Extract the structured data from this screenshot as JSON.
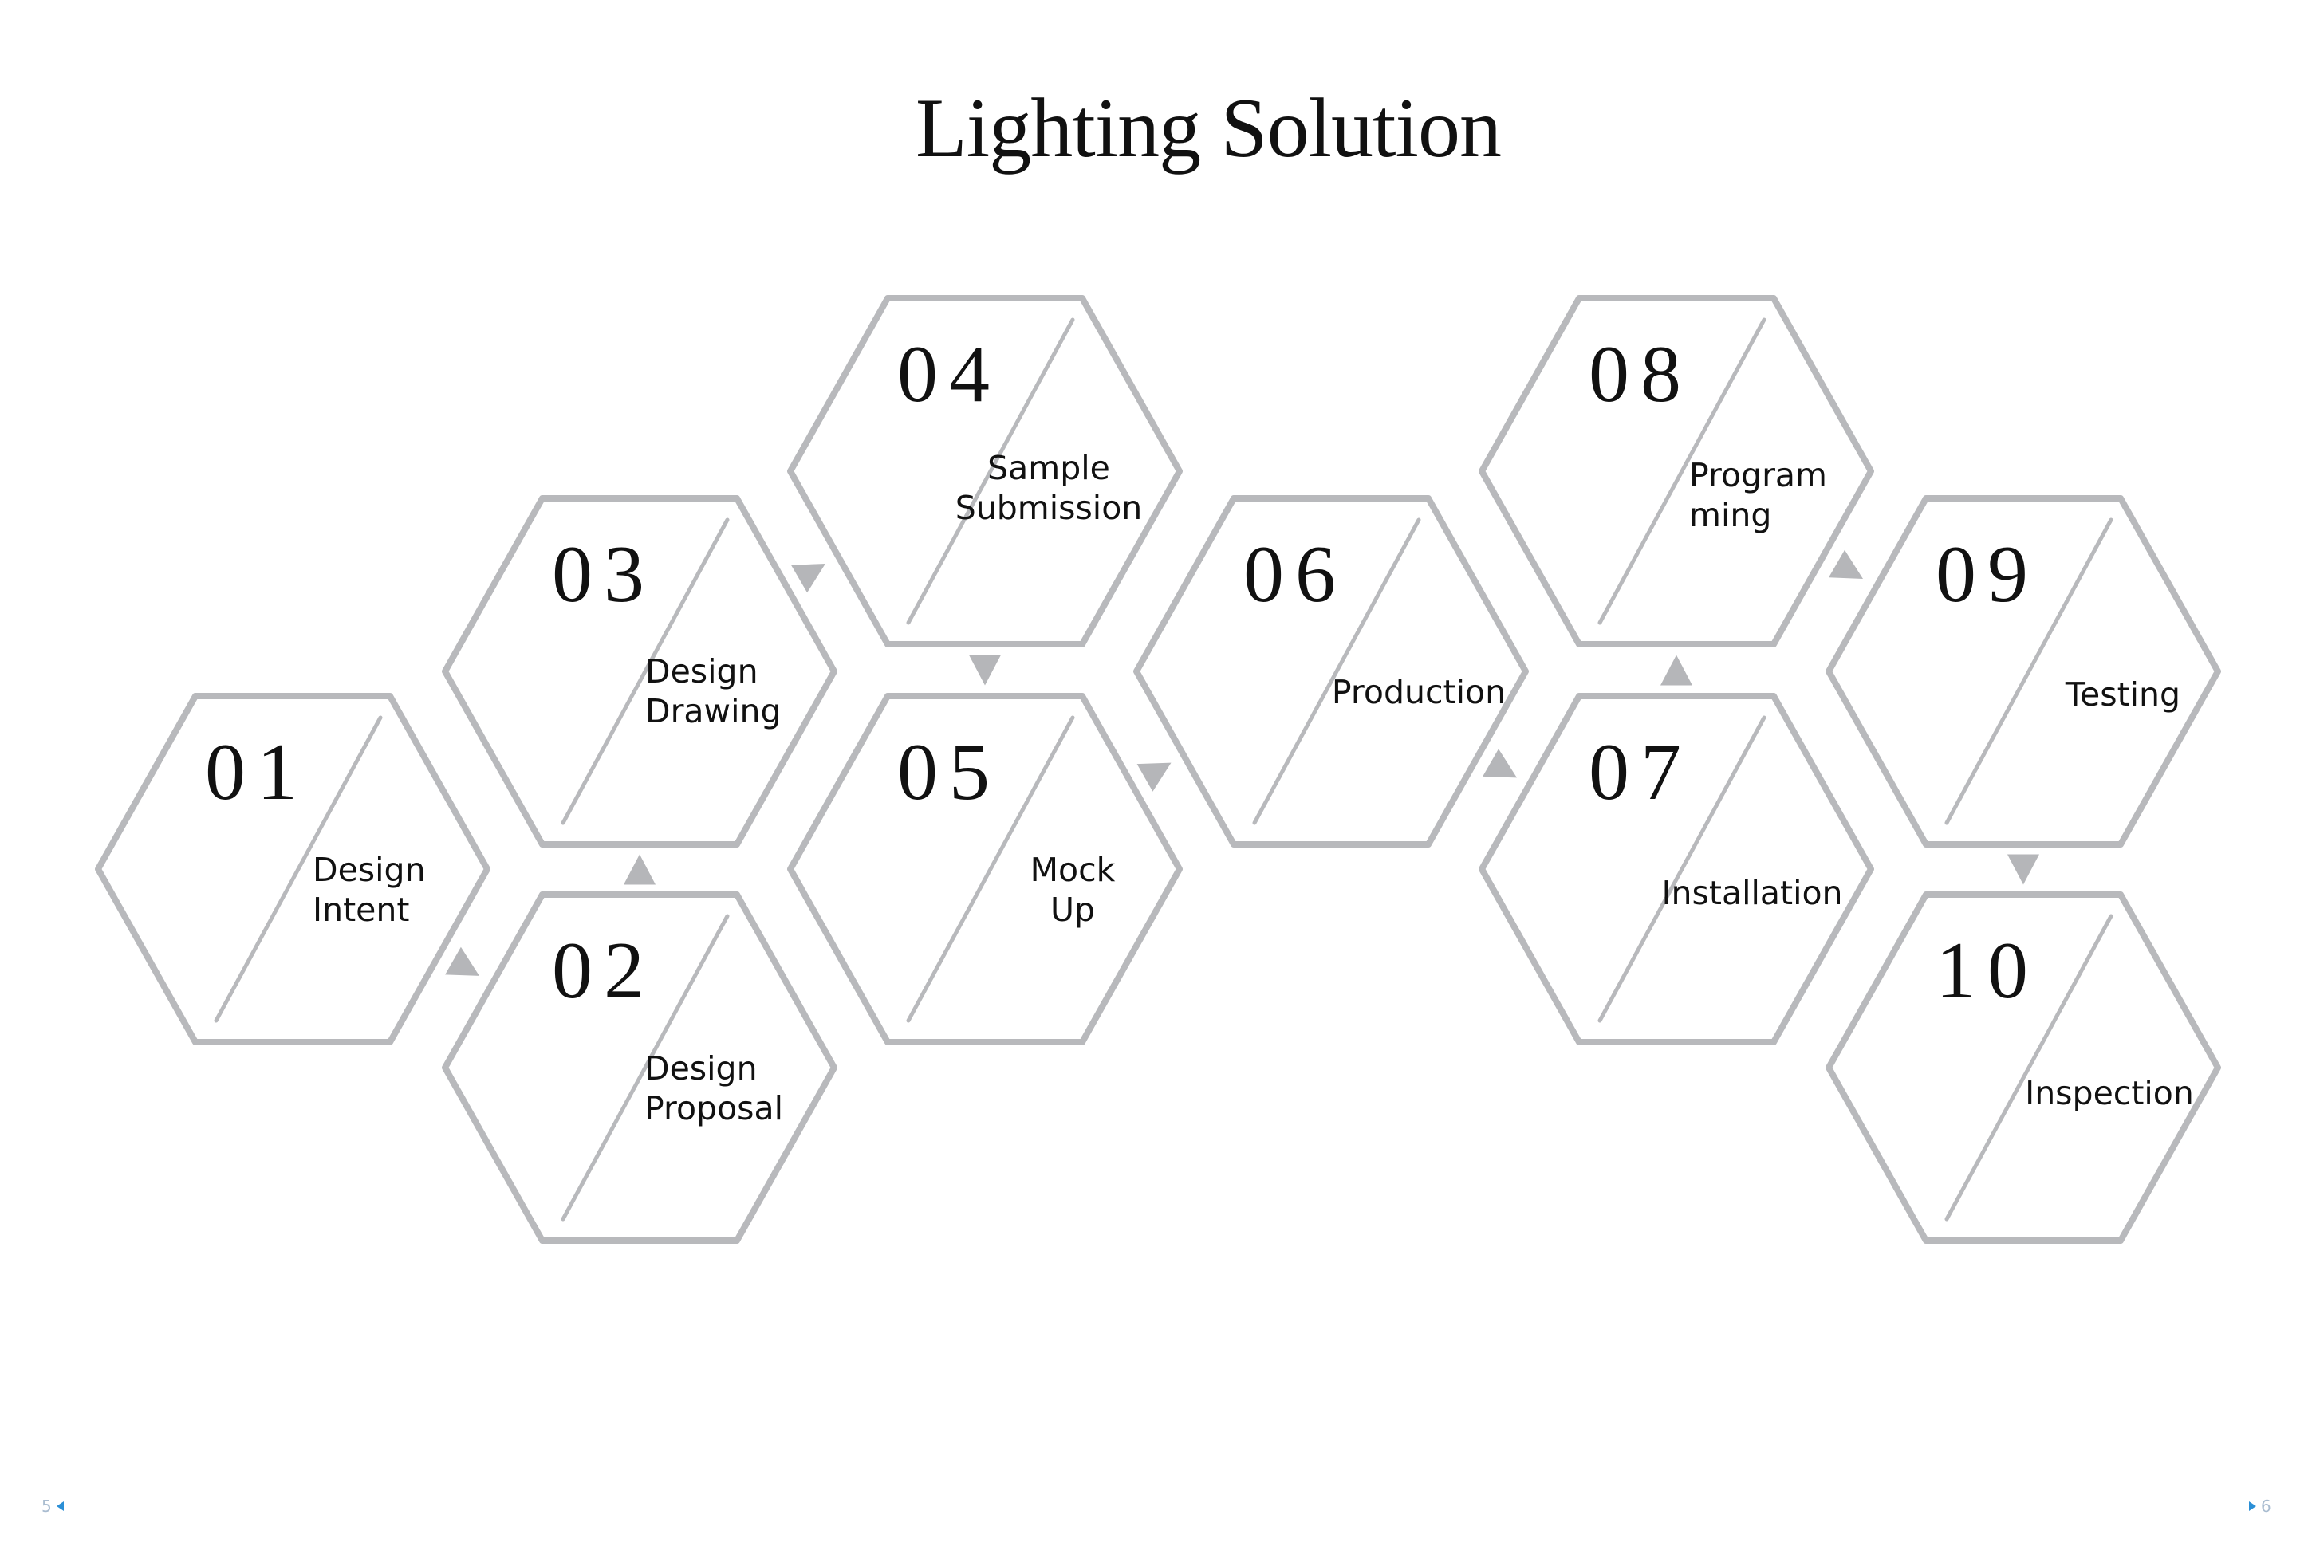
{
  "title": "Lighting Solution",
  "steps": [
    {
      "number": "01",
      "label_lines": [
        "Design",
        "Intent"
      ],
      "align": "start"
    },
    {
      "number": "02",
      "label_lines": [
        "Design",
        "Proposal"
      ],
      "align": "start"
    },
    {
      "number": "03",
      "label_lines": [
        "Design",
        "Drawing"
      ],
      "align": "start"
    },
    {
      "number": "04",
      "label_lines": [
        "Sample",
        "Submission"
      ],
      "align": "middle"
    },
    {
      "number": "05",
      "label_lines": [
        "Mock",
        "Up"
      ],
      "align": "middle"
    },
    {
      "number": "06",
      "label_lines": [
        "Production"
      ],
      "align": "middle"
    },
    {
      "number": "07",
      "label_lines": [
        "Installation"
      ],
      "align": "middle"
    },
    {
      "number": "08",
      "label_lines": [
        "Program",
        "ming"
      ],
      "align": "start"
    },
    {
      "number": "09",
      "label_lines": [
        "Testing"
      ],
      "align": "middle"
    },
    {
      "number": "10",
      "label_lines": [
        "Inspection"
      ],
      "align": "middle"
    }
  ],
  "flow": [
    {
      "from": "01",
      "to": "02"
    },
    {
      "from": "02",
      "to": "03"
    },
    {
      "from": "03",
      "to": "04"
    },
    {
      "from": "04",
      "to": "05"
    },
    {
      "from": "05",
      "to": "06"
    },
    {
      "from": "06",
      "to": "07"
    },
    {
      "from": "07",
      "to": "08"
    },
    {
      "from": "08",
      "to": "09"
    },
    {
      "from": "09",
      "to": "10"
    }
  ],
  "nav": {
    "prev_page": "5",
    "next_page": "6"
  },
  "colors": {
    "outline": "#b8b9bc",
    "arrow": "#b5b6b9",
    "text": "#111111",
    "nav_accent": "#2b8fd6"
  }
}
